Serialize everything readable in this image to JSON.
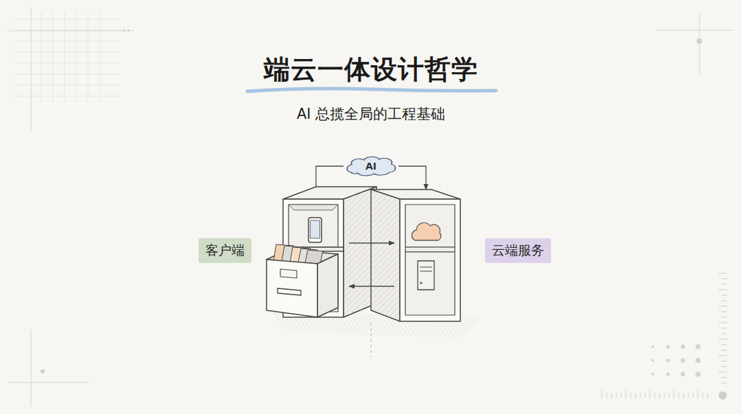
{
  "diagram": {
    "title": "端云一体设计哲学",
    "caption": "AI 总揽全局的工程基础",
    "nodes": [
      {
        "text": [
          "AI"
        ]
      },
      {
        "text": [
          "客户端"
        ]
      },
      {
        "text": [
          "云端服务"
        ]
      }
    ],
    "edges": [
      {
        "from": 0,
        "to": 1,
        "arrow": "none"
      },
      {
        "from": 0,
        "to": 2,
        "arrow": "to"
      },
      {
        "from": 1,
        "to": 2,
        "arrow": "to"
      },
      {
        "from": 2,
        "to": 1,
        "arrow": "to"
      }
    ]
  }
}
